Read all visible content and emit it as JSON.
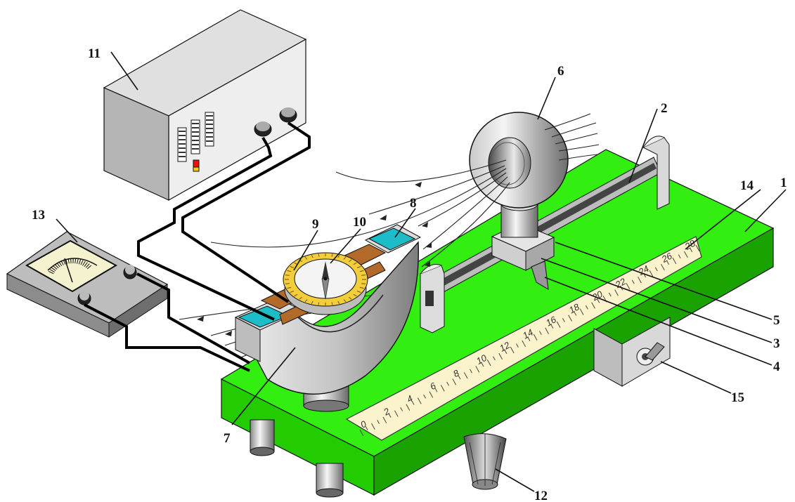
{
  "callouts": [
    {
      "id": "1",
      "label": "1"
    },
    {
      "id": "2",
      "label": "2"
    },
    {
      "id": "3",
      "label": "3"
    },
    {
      "id": "4",
      "label": "4"
    },
    {
      "id": "5",
      "label": "5"
    },
    {
      "id": "6",
      "label": "6"
    },
    {
      "id": "7",
      "label": "7"
    },
    {
      "id": "8",
      "label": "8"
    },
    {
      "id": "9",
      "label": "9"
    },
    {
      "id": "10",
      "label": "10"
    },
    {
      "id": "11",
      "label": "11"
    },
    {
      "id": "12",
      "label": "12"
    },
    {
      "id": "13",
      "label": "13"
    },
    {
      "id": "14",
      "label": "14"
    },
    {
      "id": "15",
      "label": "15"
    }
  ],
  "ruler": {
    "ticks": [
      "0",
      "2",
      "4",
      "6",
      "8",
      "10",
      "12",
      "14",
      "16",
      "18",
      "20",
      "22",
      "24",
      "26",
      "28"
    ]
  },
  "colors": {
    "base_top": "#33ee11",
    "base_front": "#22cc00",
    "base_side": "#1aa300",
    "metal_light": "#e6e6e6",
    "metal_mid": "#b9b9b9",
    "metal_dark": "#7a7a7a",
    "ruler": "#fbf3cc",
    "pole_face": "#1cbcc8",
    "copper": "#b26a2a",
    "compass_ring": "#f2cf3a"
  }
}
